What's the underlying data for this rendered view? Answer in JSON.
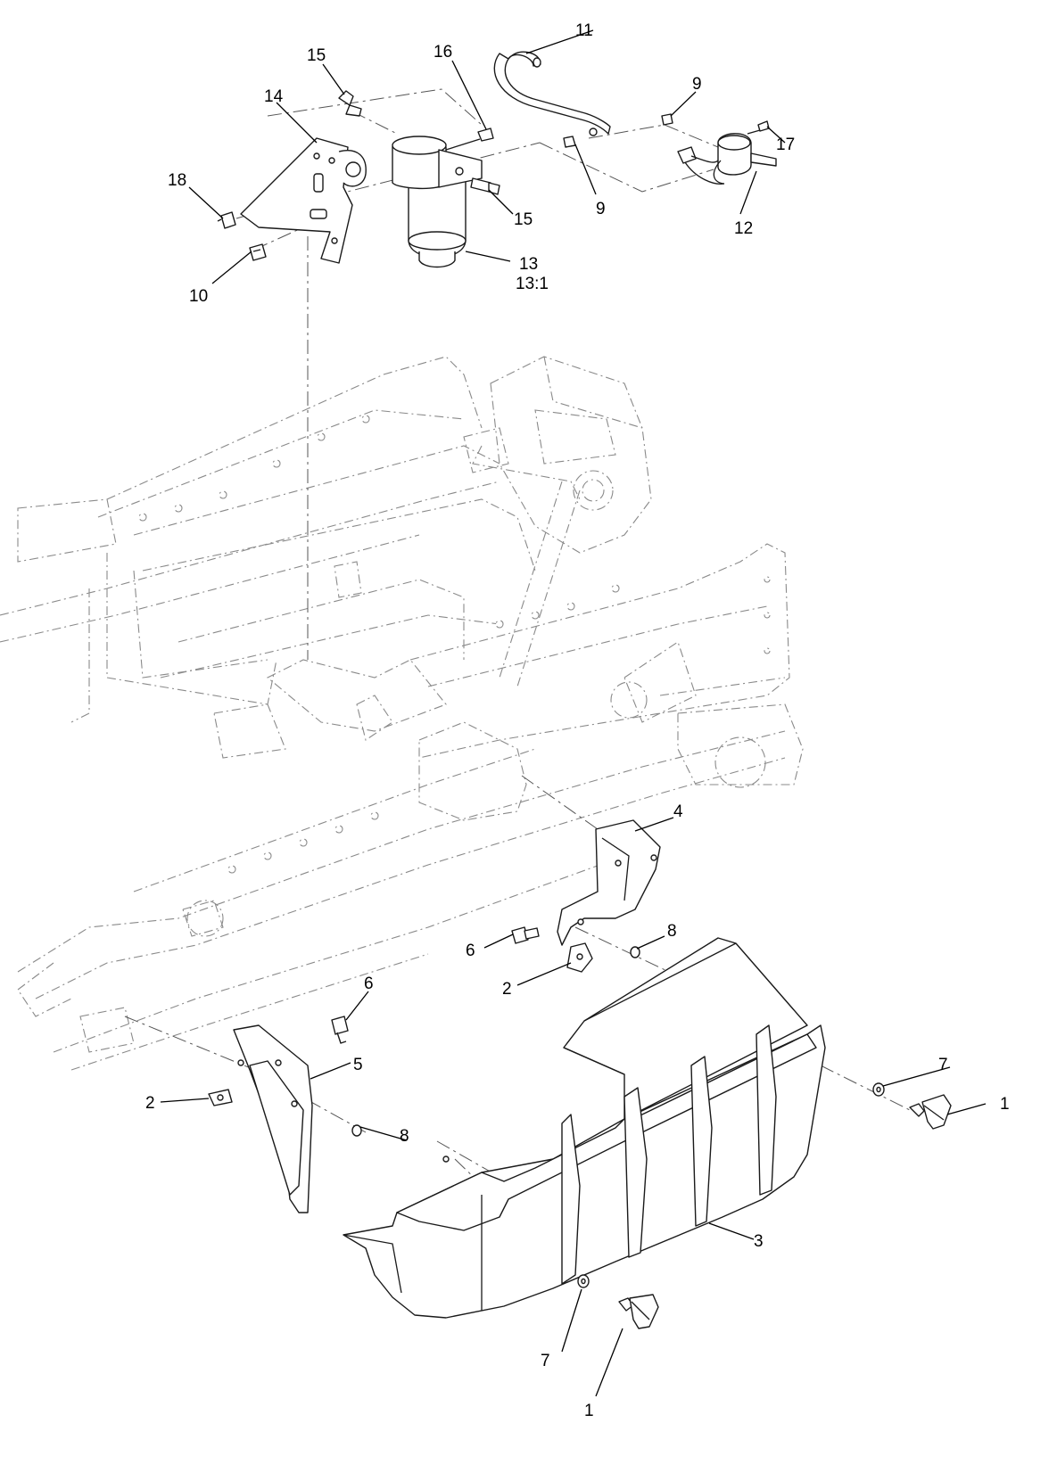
{
  "callouts": {
    "c1a": "1",
    "c1b": "1",
    "c2a": "2",
    "c2b": "2",
    "c3": "3",
    "c4": "4",
    "c5": "5",
    "c6a": "6",
    "c6b": "6",
    "c7a": "7",
    "c7b": "7",
    "c8a": "8",
    "c8b": "8",
    "c9a": "9",
    "c9b": "9",
    "c10": "10",
    "c11": "11",
    "c12": "12",
    "c13": "13",
    "c13sub": "13:1",
    "c14": "14",
    "c15a": "15",
    "c15b": "15",
    "c16": "16",
    "c17": "17",
    "c18": "18"
  }
}
